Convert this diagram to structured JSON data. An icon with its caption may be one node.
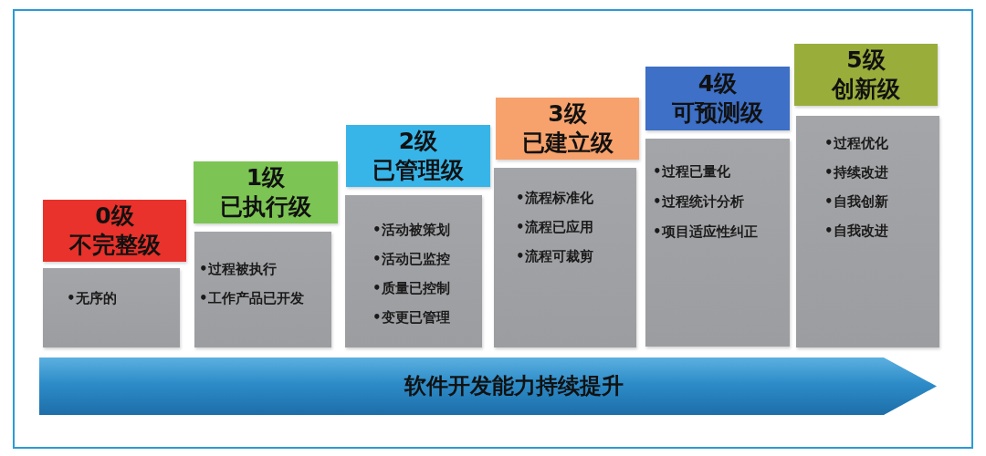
{
  "diagram": {
    "nodes": [
      {
        "text": [
          "0级",
          "不完整级"
        ]
      },
      {
        "text": [
          "•无序的"
        ]
      },
      {
        "text": [
          "1级",
          "已执行级"
        ]
      },
      {
        "text": [
          "•过程被执行",
          "•工作产品已开发"
        ]
      },
      {
        "text": [
          "2级",
          "已管理级"
        ]
      },
      {
        "text": [
          "•活动被策划",
          "•活动已监控",
          "•质量已控制",
          "•变更已管理"
        ]
      },
      {
        "text": [
          "3级",
          "已建立级"
        ]
      },
      {
        "text": [
          "•流程标准化",
          "•流程已应用",
          "•流程可裁剪"
        ]
      },
      {
        "text": [
          "4级",
          "可预测级"
        ]
      },
      {
        "text": [
          "•过程已量化",
          "•过程统计分析",
          "•项目适应性纠正"
        ]
      },
      {
        "text": [
          "5级",
          "创新级"
        ]
      },
      {
        "text": [
          "•过程优化",
          "•持续改进",
          "•自我创新",
          "•自我改进"
        ]
      },
      {
        "text": [
          "软件开发能力持续提升"
        ]
      }
    ]
  }
}
